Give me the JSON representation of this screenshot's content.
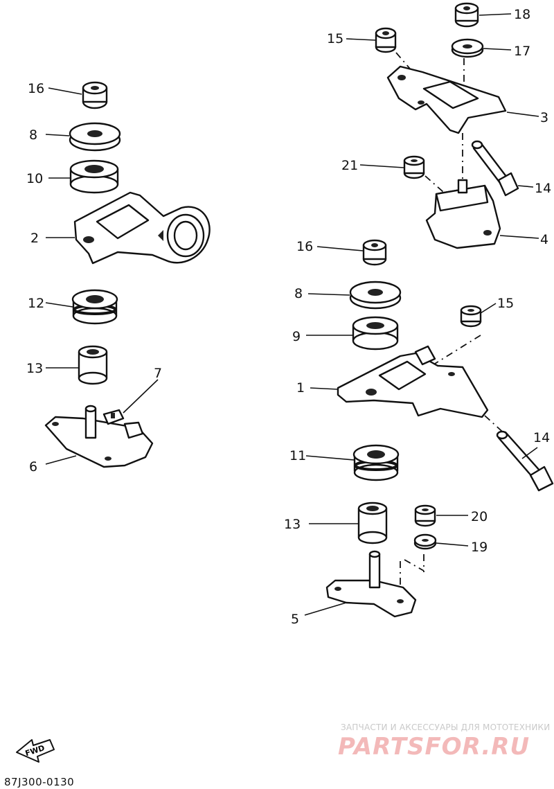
{
  "callouts": {
    "c1": "1",
    "c2": "2",
    "c3": "3",
    "c4": "4",
    "c5": "5",
    "c6": "6",
    "c7": "7",
    "c8a": "8",
    "c8b": "8",
    "c9": "9",
    "c10": "10",
    "c11": "11",
    "c12": "12",
    "c13a": "13",
    "c13b": "13",
    "c14a": "14",
    "c14b": "14",
    "c15a": "15",
    "c15b": "15",
    "c16a": "16",
    "c16b": "16",
    "c17": "17",
    "c18": "18",
    "c19": "19",
    "c20": "20",
    "c21": "21"
  },
  "direction_label": "FWD",
  "diagram_code": "87J300-0130",
  "watermark": {
    "tagline": "ЗАПЧАСТИ И АКСЕССУАРЫ ДЛЯ МОТОТЕХНИКИ",
    "logo": "PARTSFOR.RU"
  },
  "colors": {
    "ink": "#111111",
    "watermark_text": "#c9c9c9",
    "watermark_logo": "#f3b9b9"
  }
}
